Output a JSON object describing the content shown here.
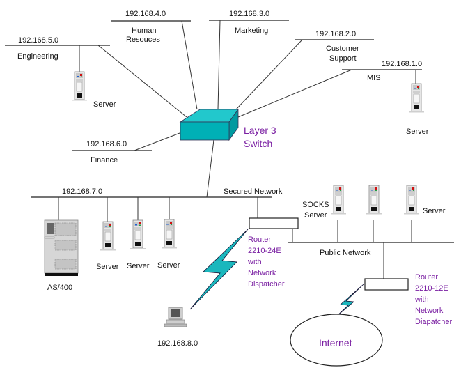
{
  "diagram": {
    "colors": {
      "switch_top": "#22c8cc",
      "switch_front": "#00b0b6",
      "switch_side": "#009aa0",
      "bolt": "#1ab7bd",
      "label_purple": "#7a1fa2",
      "line": "#222222"
    },
    "subnets": {
      "engineering": {
        "ip": "192.168.5.0",
        "name": "Engineering"
      },
      "hr": {
        "ip": "192.168.4.0",
        "name_line1": "Human",
        "name_line2": "Resouces"
      },
      "marketing": {
        "ip": "192.168.3.0",
        "name": "Marketing"
      },
      "support": {
        "ip": "192.168.2.0",
        "name_line1": "Customer",
        "name_line2": "Support"
      },
      "mis": {
        "ip": "192.168.1.0",
        "name": "MIS"
      },
      "finance": {
        "ip": "192.168.6.0",
        "name": "Finance"
      },
      "secured": {
        "ip": "192.168.7.0",
        "name": "Secured Network"
      },
      "public": {
        "name": "Public Network"
      },
      "remote": {
        "ip": "192.168.8.0"
      }
    },
    "switch": {
      "line1": "Layer 3",
      "line2": "Switch"
    },
    "servers": {
      "engineering_server": "Server",
      "mis_server": "Server",
      "secured_server_1": "Server",
      "secured_server_2": "Server",
      "secured_server_3": "Server",
      "as400": "AS/400",
      "socks_line1": "SOCKS",
      "socks_line2": "Server",
      "public_server": "Server"
    },
    "router1": {
      "line1": "Router",
      "line2": "2210-24E",
      "line3": "with",
      "line4": "Network",
      "line5": "Dispatcher"
    },
    "router2": {
      "line1": "Router",
      "line2": "2210-12E",
      "line3": "with",
      "line4": "Network",
      "line5": "Diapatcher"
    },
    "internet": {
      "label": "Internet"
    }
  }
}
